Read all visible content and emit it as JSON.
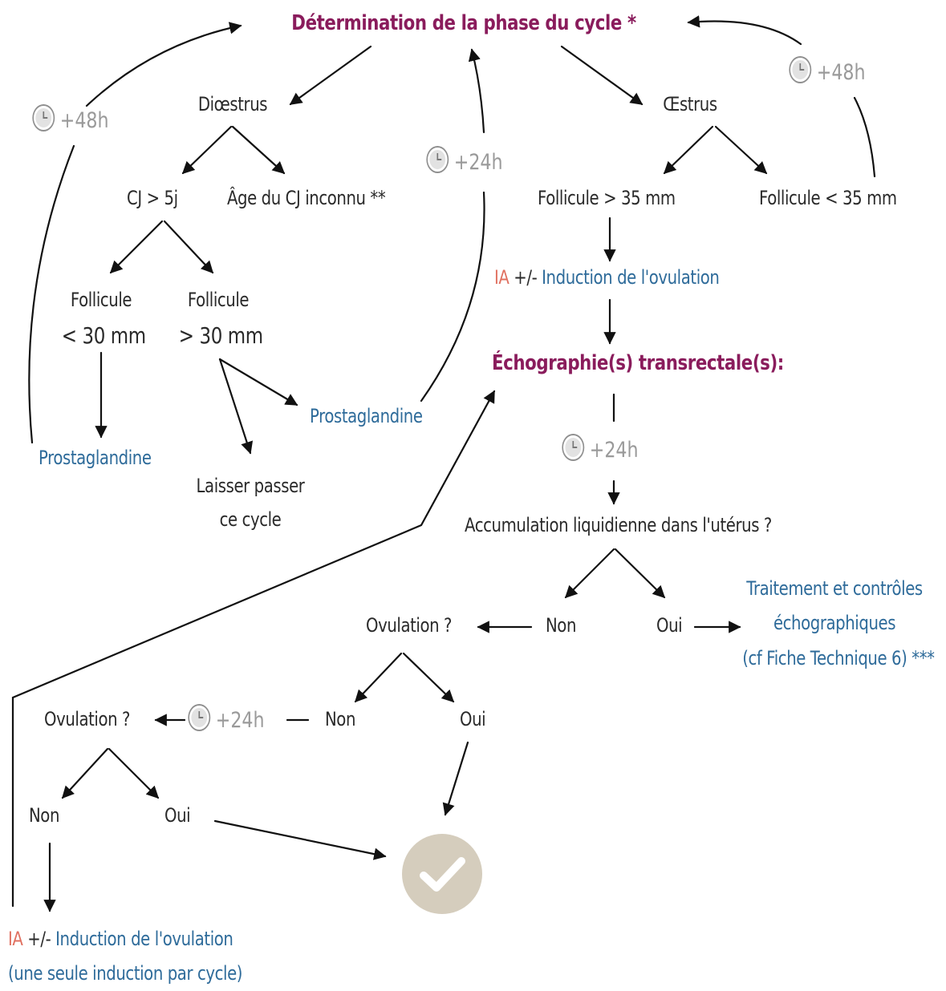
{
  "nodes": {
    "determination": "Détermination de la phase du cycle *",
    "dioestrus": "Diœstrus",
    "oestrus": "Œstrus",
    "cj_more_5j": "CJ > 5j",
    "cj_age_unknown": "Âge du CJ inconnu **",
    "follicle_lt_30": [
      "Follicule",
      "< 30 mm"
    ],
    "follicle_gt_30": [
      "Follicule",
      "> 30 mm"
    ],
    "prostaglandine_left": "Prostaglandine",
    "prostaglandine_mid": "Prostaglandine",
    "laisser_passer": [
      "Laisser passer",
      "ce cycle"
    ],
    "follicle_gt_35": "Follicule > 35 mm",
    "follicle_lt_35": "Follicule < 35 mm",
    "ia_induction_top": {
      "ia": "IA",
      "plus": "+/-",
      "rest": "Induction de l'ovulation"
    },
    "echographie": "Échographie(s) transrectale(s):",
    "accumulation": "Accumulation liquidienne dans l'utérus ?",
    "non_1": "Non",
    "oui_1": "Oui",
    "traitement": [
      "Traitement et contrôles",
      "échographiques",
      "(cf Fiche Technique 6) ***"
    ],
    "ovulation_q1": "Ovulation ?",
    "non_2": "Non",
    "oui_2": "Oui",
    "ovulation_q2": "Ovulation ?",
    "non_3": "Non",
    "oui_3": "Oui",
    "ia_induction_bottom": {
      "ia": "IA",
      "plus": "+/-",
      "rest": "Induction de l'ovulation",
      "line2": "(une seule induction par cycle)"
    }
  },
  "timers": {
    "left_48h": "+48h",
    "right_48h": "+48h",
    "mid_24h": "+24h",
    "echo_24h": "+24h",
    "ovul_24h": "+24h"
  },
  "icons": {
    "timer": "clock-icon",
    "done": "check-badge-icon"
  },
  "colors": {
    "title": "#8a1c5c",
    "blue": "#2e6b9a",
    "grey": "#9a9a9a",
    "ia": "#e07060",
    "check": "#d5cdbd",
    "text": "#2a2a2a"
  }
}
